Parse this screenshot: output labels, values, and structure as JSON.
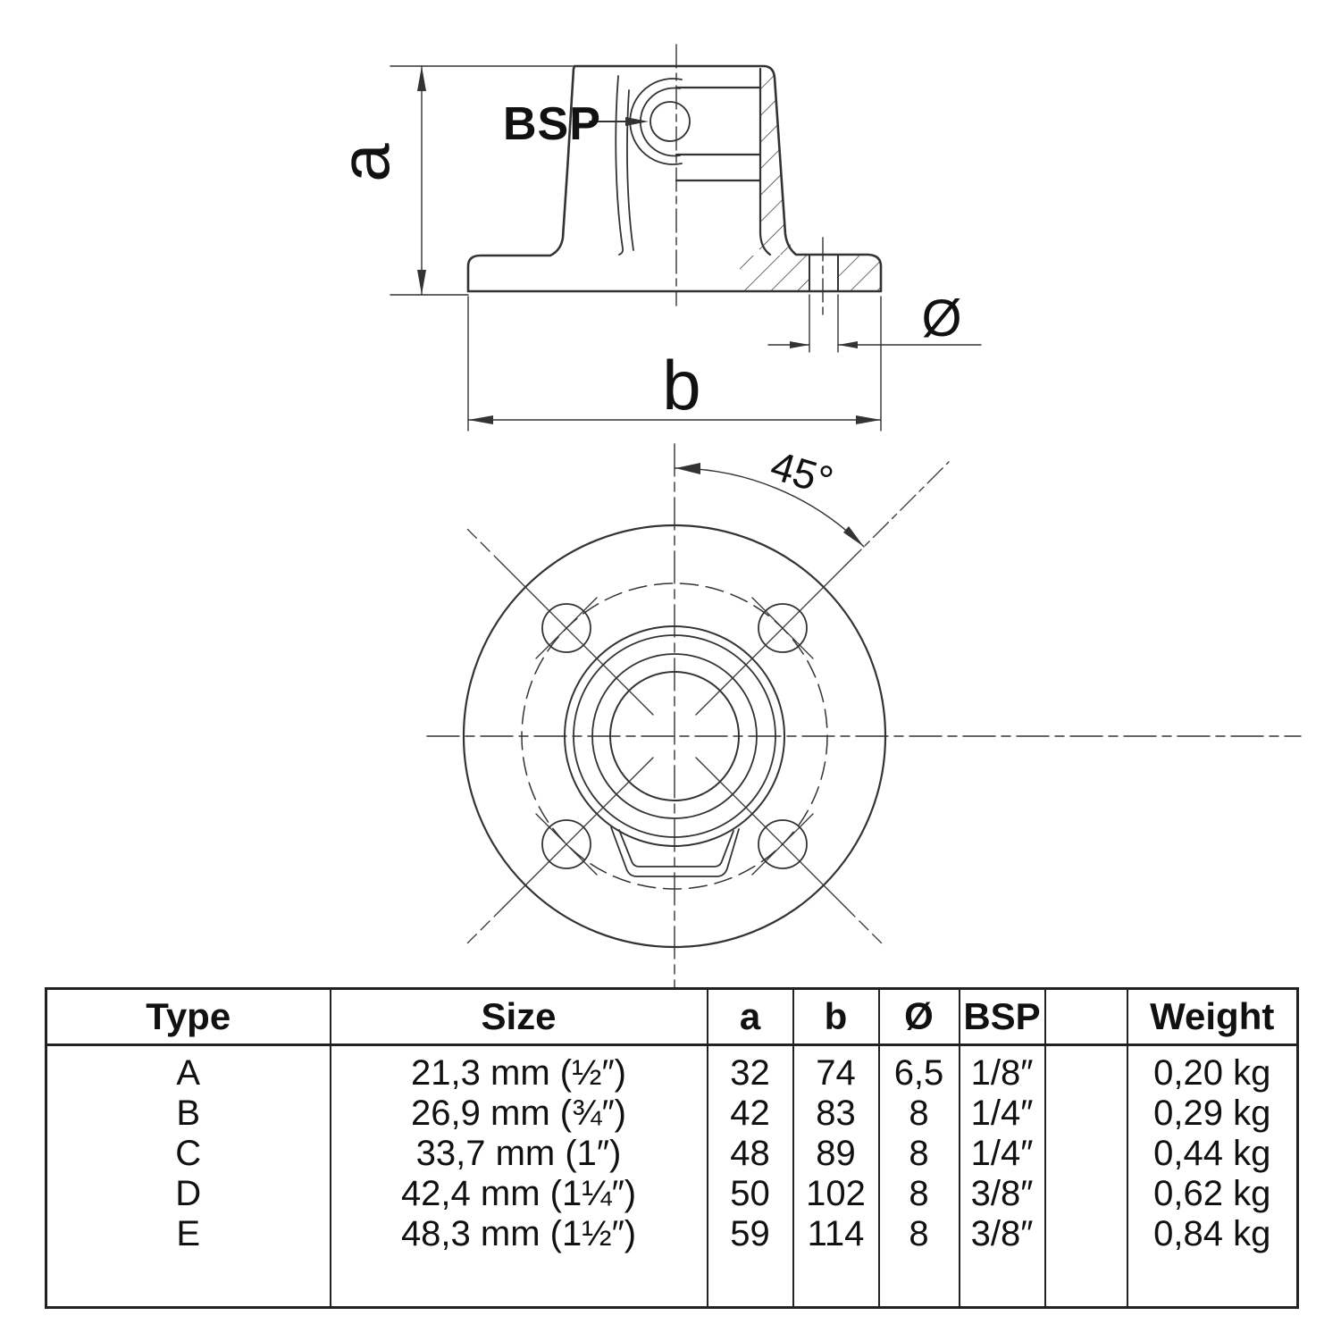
{
  "side_view": {
    "label_bsp": "BSP",
    "label_a": "a",
    "label_b": "b",
    "label_diameter": "Ø"
  },
  "top_view": {
    "label_angle": "45°"
  },
  "table": {
    "headers": {
      "type": "Type",
      "size": "Size",
      "a": "a",
      "b": "b",
      "diameter": "Ø",
      "bsp": "BSP",
      "spacer": "",
      "weight": "Weight"
    },
    "rows": [
      {
        "type": "A",
        "size": "21,3 mm (½″)",
        "a": "32",
        "b": "74",
        "diameter": "6,5",
        "bsp": "1/8″",
        "weight": "0,20 kg"
      },
      {
        "type": "B",
        "size": "26,9 mm (¾″)",
        "a": "42",
        "b": "83",
        "diameter": "8",
        "bsp": "1/4″",
        "weight": "0,29 kg"
      },
      {
        "type": "C",
        "size": "33,7 mm (1″)",
        "a": "48",
        "b": "89",
        "diameter": "8",
        "bsp": "1/4″",
        "weight": "0,44 kg"
      },
      {
        "type": "D",
        "size": "42,4 mm (1¼″)",
        "a": "50",
        "b": "102",
        "diameter": "8",
        "bsp": "3/8″",
        "weight": "0,62 kg"
      },
      {
        "type": "E",
        "size": "48,3 mm (1½″)",
        "a": "59",
        "b": "114",
        "diameter": "8",
        "bsp": "3/8″",
        "weight": "0,84 kg"
      }
    ]
  },
  "colors": {
    "line": "#333333",
    "text": "#111111",
    "background": "#ffffff"
  }
}
